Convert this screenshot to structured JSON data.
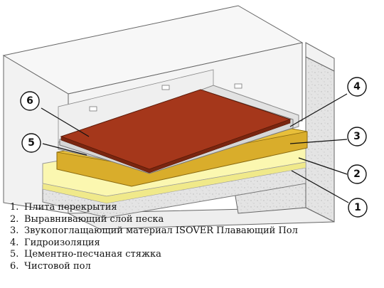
{
  "diagram": {
    "legend": [
      {
        "number": "1.",
        "text": "Плита перекрытия"
      },
      {
        "number": "2.",
        "text": "Выравнивающий слой песка"
      },
      {
        "number": "3.",
        "text": "Звукопоглащающий материал ISOVER Плавающий Пол"
      },
      {
        "number": "4.",
        "text": "Гидроизоляция"
      },
      {
        "number": "5.",
        "text": "Цементно-песчаная стяжка"
      },
      {
        "number": "6.",
        "text": "Чистовой пол"
      }
    ],
    "callouts": [
      {
        "label": "1"
      },
      {
        "label": "2"
      },
      {
        "label": "3"
      },
      {
        "label": "4"
      },
      {
        "label": "5"
      },
      {
        "label": "6"
      }
    ],
    "colors": {
      "concrete": "#e8e8e8",
      "sand": "#fbf7b0",
      "isover": "#d9ad2b",
      "waterproofing": "#dcdcdc",
      "screed": "#d6d6d6",
      "finish_floor": "#a5371b"
    }
  }
}
